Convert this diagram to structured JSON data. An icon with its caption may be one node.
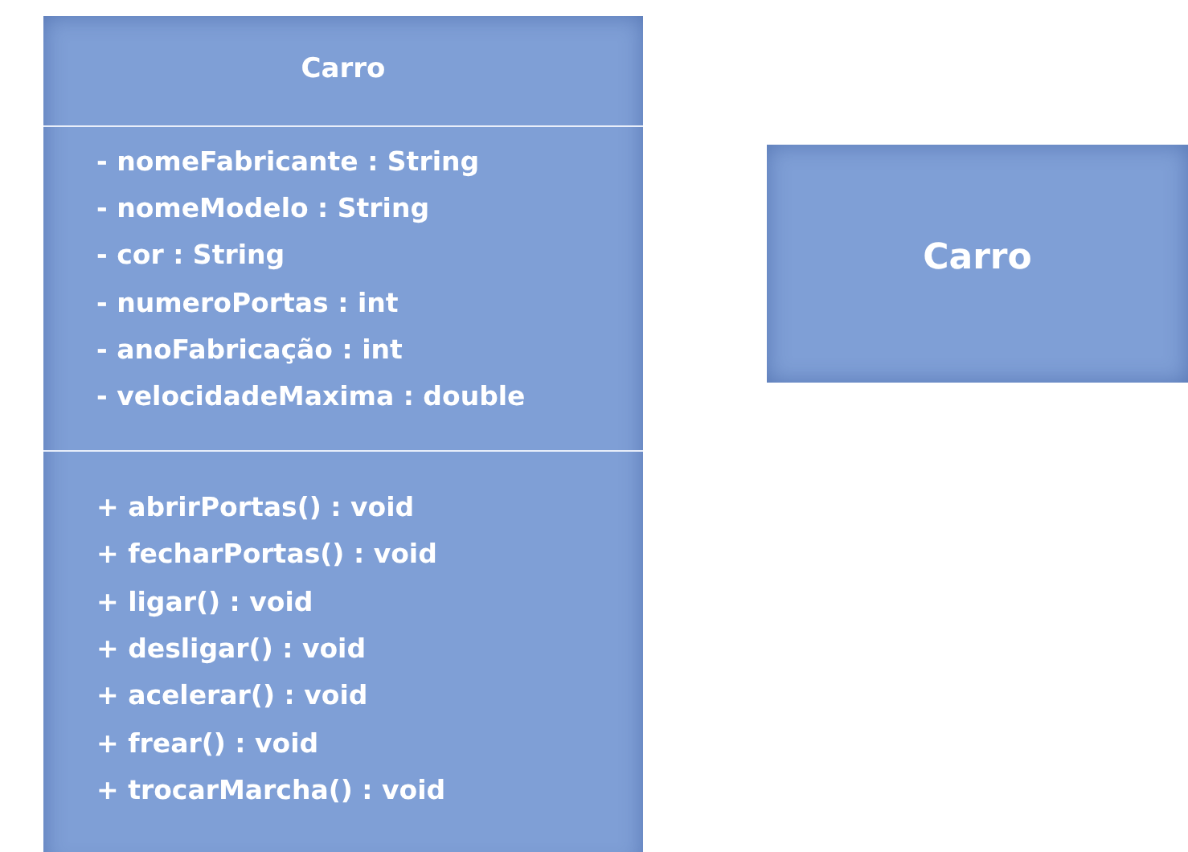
{
  "diagram": {
    "nodes": [
      {
        "text": [
          "Carro"
        ]
      },
      {
        "text": [
          "- nomeFabricante : String",
          "- nomeModelo : String",
          "- cor : String",
          "- numeroPortas : int",
          "- anoFabricação : int",
          "- velocidadeMaxima : double"
        ],
        "in": 0
      },
      {
        "text": [
          "+ abrirPortas() : void",
          "+ fecharPortas() : void",
          "+ ligar() : void",
          "+ desligar() : void",
          "+ acelerar() : void",
          "+ frear() : void",
          "+ trocarMarcha() : void"
        ],
        "in": 0
      },
      {
        "text": [
          "Carro"
        ]
      }
    ]
  }
}
